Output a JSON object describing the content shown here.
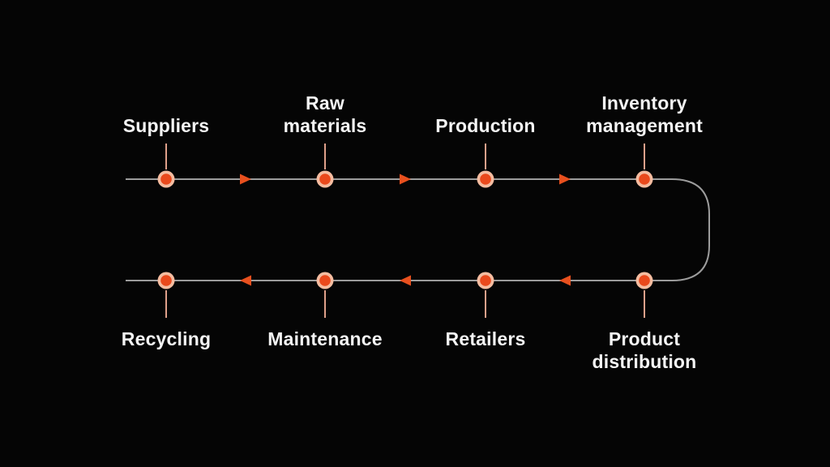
{
  "diagram": {
    "type": "cyclic-process-flow",
    "background": "#050505",
    "colors": {
      "line": "#9c9c9c",
      "stem": "#dfa08a",
      "node_ring": "#f5bca0",
      "node_center": "#e9491c",
      "arrow": "#e8501e",
      "label_text": "#f5f5f5"
    },
    "flow": {
      "top_row": {
        "direction": "left-to-right",
        "nodes": [
          {
            "line1": "Suppliers",
            "line2": ""
          },
          {
            "line1": "Raw",
            "line2": "materials"
          },
          {
            "line1": "Production",
            "line2": ""
          },
          {
            "line1": "Inventory",
            "line2": "management"
          }
        ]
      },
      "bottom_row": {
        "direction": "right-to-left",
        "nodes": [
          {
            "line1": "Recycling",
            "line2": ""
          },
          {
            "line1": "Maintenance",
            "line2": ""
          },
          {
            "line1": "Retailers",
            "line2": ""
          },
          {
            "line1": "Product",
            "line2": "distribution"
          }
        ]
      },
      "sequence": [
        "Suppliers",
        "Raw materials",
        "Production",
        "Inventory management",
        "Product distribution",
        "Retailers",
        "Maintenance",
        "Recycling"
      ]
    }
  }
}
